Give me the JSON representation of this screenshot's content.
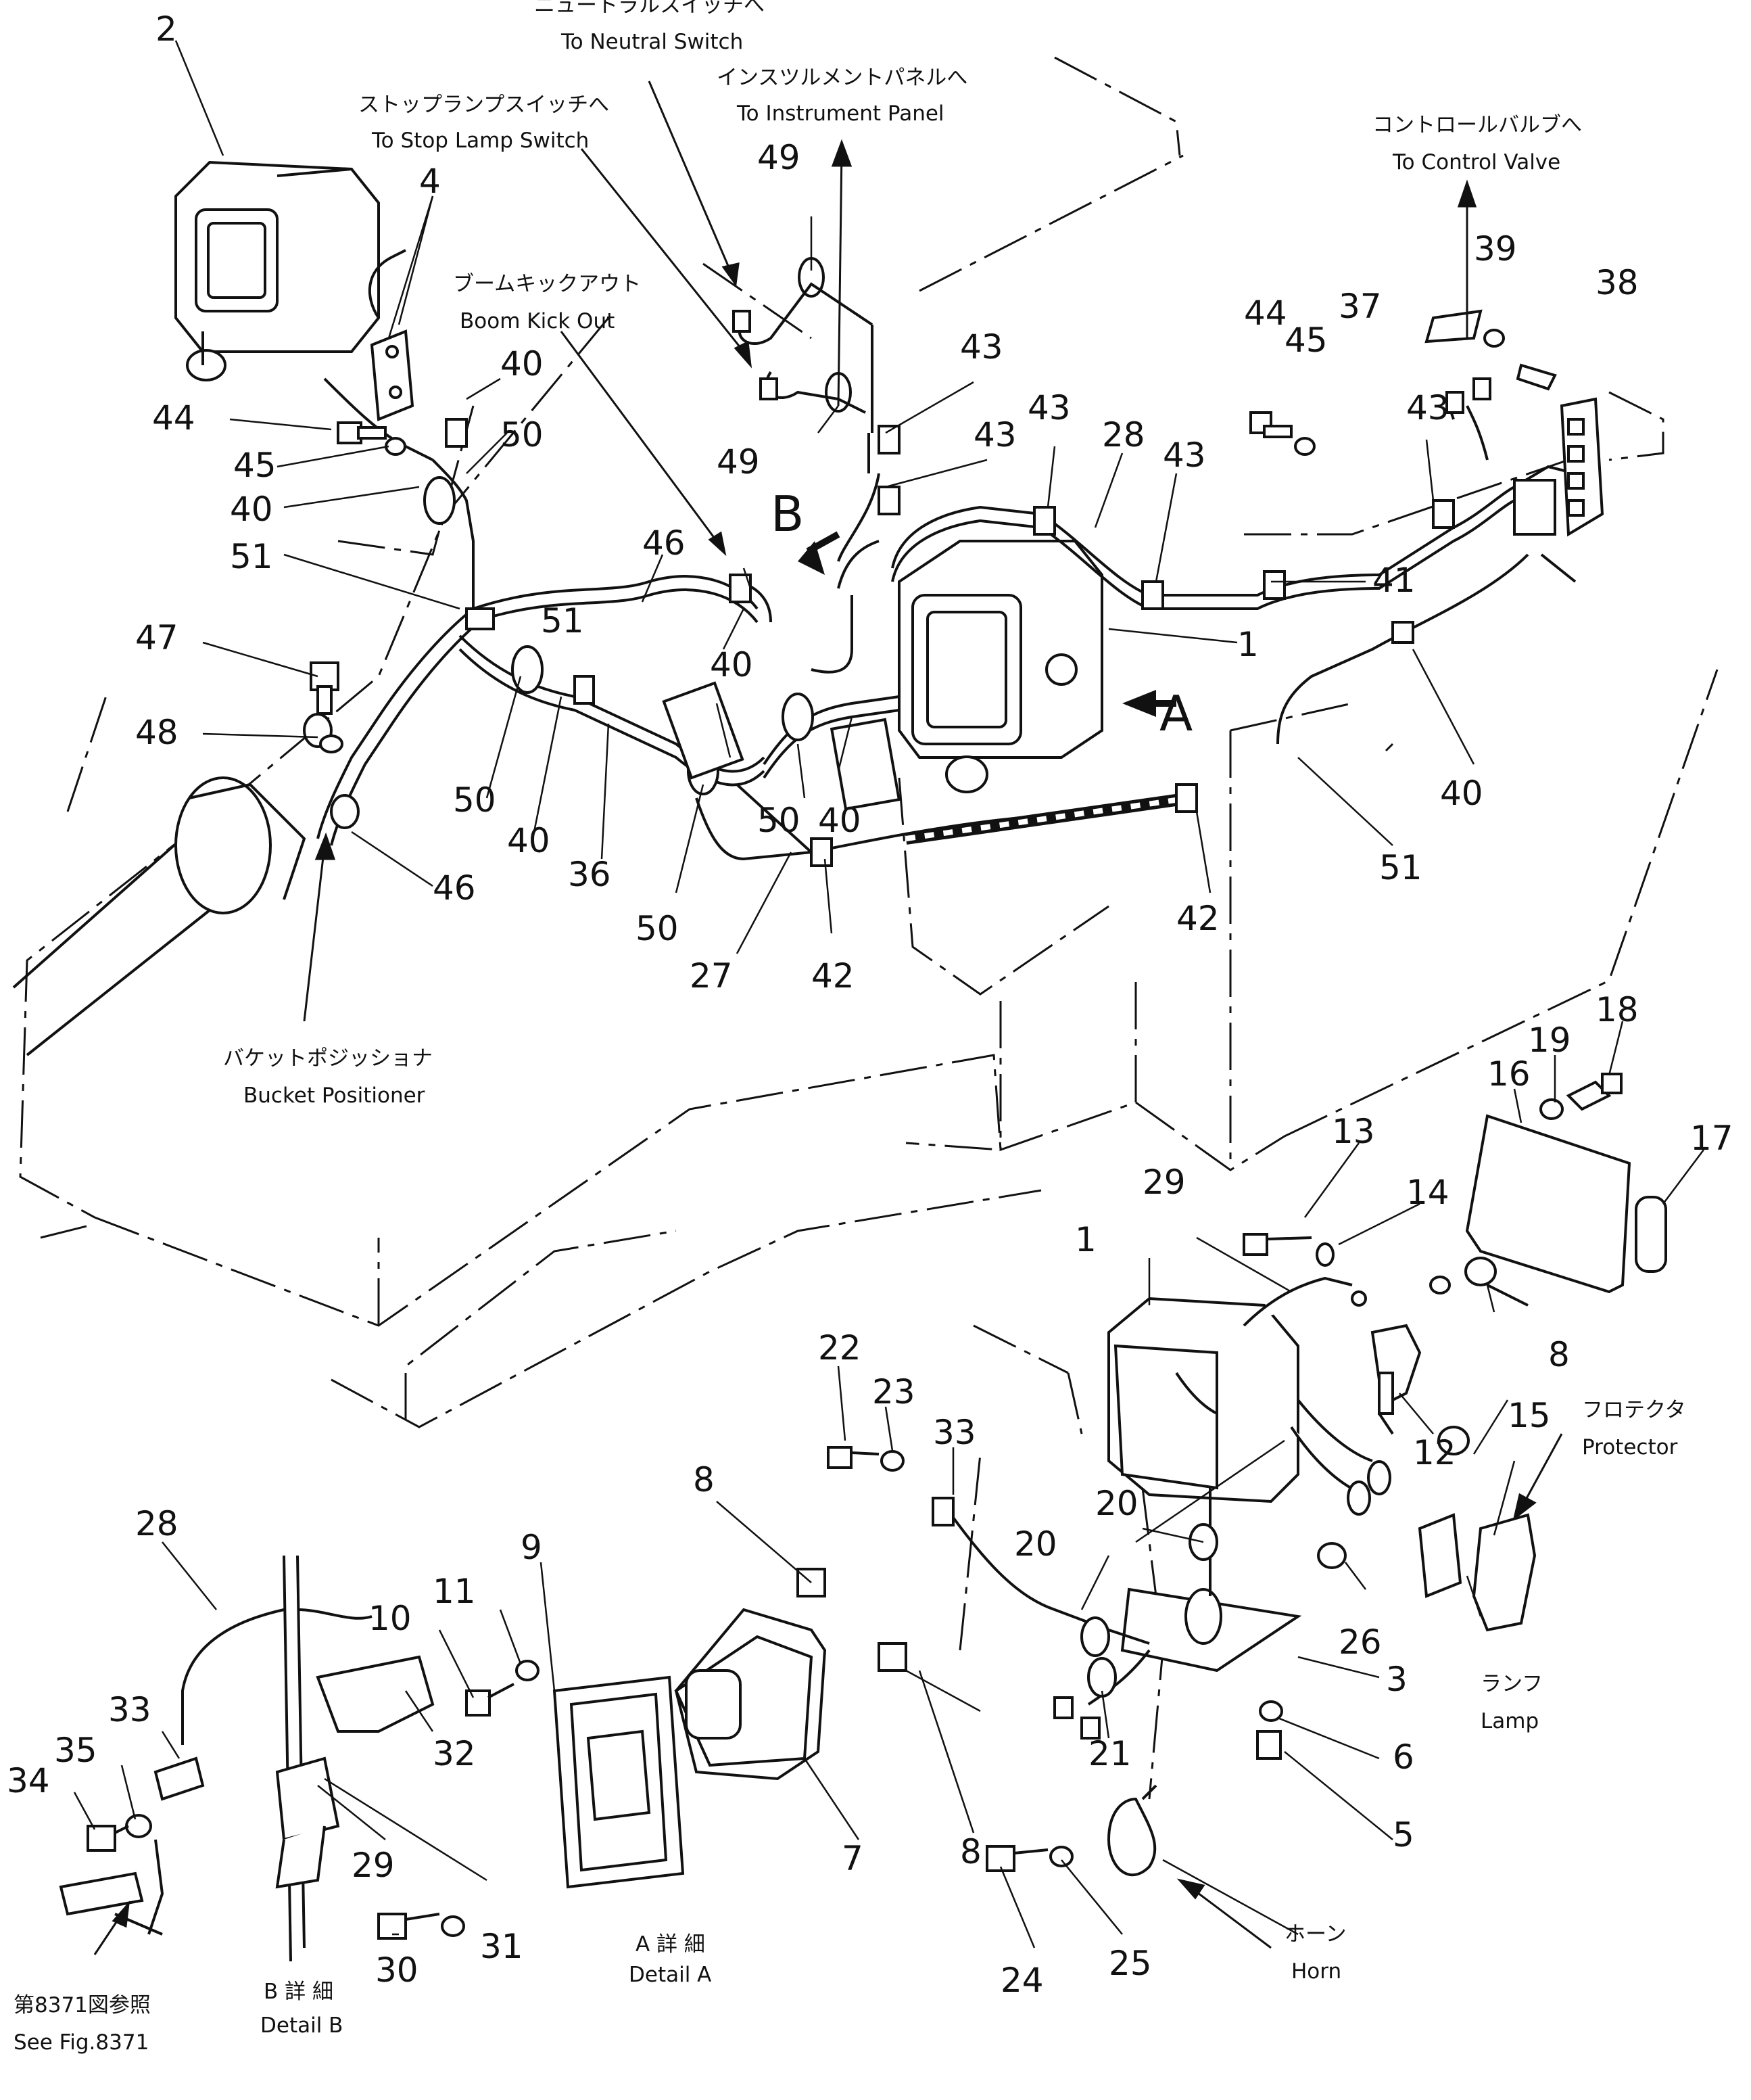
{
  "callouts": {
    "c2": "2",
    "c4": "4",
    "c44a": "44",
    "c45a": "45",
    "c40a": "40",
    "c40b": "40",
    "c50a": "50",
    "c51a": "51",
    "c47": "47",
    "c48": "48",
    "c46a": "46",
    "c50b": "50",
    "c40c": "40",
    "c36": "36",
    "c50c": "50",
    "c27": "27",
    "c42a": "42",
    "c51b": "51",
    "c46b": "46",
    "c40d": "40",
    "c49a": "49",
    "c49b": "49",
    "c43a": "43",
    "c43b": "43",
    "c43c": "43",
    "c28a": "28",
    "c43d": "43",
    "c44b": "44",
    "c45b": "45",
    "c37": "37",
    "c39": "39",
    "c38": "38",
    "c43e": "43",
    "c41": "41",
    "c1a": "1",
    "c40e": "40",
    "c51c": "51",
    "c42b": "42",
    "c50d": "50",
    "c40f": "40",
    "c18": "18",
    "c19": "19",
    "c16": "16",
    "c17": "17",
    "c13": "13",
    "c14": "14",
    "c29a": "29",
    "c1b": "1",
    "c8a": "8",
    "c15": "15",
    "c12": "12",
    "c22": "22",
    "c23": "23",
    "c33a": "33",
    "c20a": "20",
    "c20b": "20",
    "c26": "26",
    "c3": "3",
    "c6": "6",
    "c5": "5",
    "c21": "21",
    "c8b": "8",
    "c9": "9",
    "c11": "11",
    "c10": "10",
    "c8c": "8",
    "c7": "7",
    "c28b": "28",
    "c33b": "33",
    "c35": "35",
    "c34": "34",
    "c32": "32",
    "c29b": "29",
    "c30": "30",
    "c31": "31",
    "c24": "24",
    "c25": "25"
  },
  "views": {
    "B": "B",
    "A": "A"
  },
  "notes": {
    "neutral_jp": "ニュートラルスイッチへ",
    "neutral_en": "To Neutral Switch",
    "instrument_jp": "インスツルメントパネルへ",
    "instrument_en": "To Instrument Panel",
    "stoplamp_jp": "ストップランプスイッチへ",
    "stoplamp_en": "To Stop Lamp Switch",
    "boomkick_jp": "ブームキックアウト",
    "boomkick_en": "Boom Kick Out",
    "control_jp": "コントロールバルブへ",
    "control_en": "To Control Valve",
    "bucket_jp": "バケットポジッショナ",
    "bucket_en": "Bucket Positioner",
    "protector_jp": "フロテクタ",
    "protector_en": "Protector",
    "lamp_jp": "ランフ",
    "lamp_en": "Lamp",
    "horn_jp": "ホーン",
    "horn_en": "Horn",
    "detailA_jp": "A 詳 細",
    "detailA_en": "Detail A",
    "detailB_jp": "B 詳 細",
    "detailB_en": "Detail B",
    "seefig_jp": "第8371図参照",
    "seefig_en": "See Fig.8371"
  }
}
